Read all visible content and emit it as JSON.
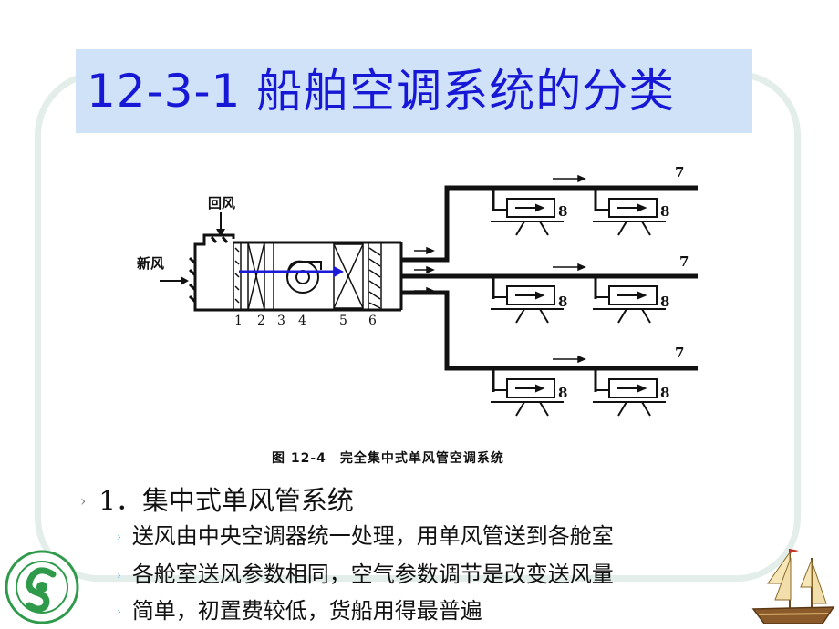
{
  "slide": {
    "title": "12-3-1 船舶空调系统的分类",
    "diagram": {
      "label_return_air": "回风",
      "label_fresh_air": "新风",
      "component_numbers": [
        "1",
        "2",
        "3",
        "4",
        "5",
        "6"
      ],
      "branch_outlet_number": "7",
      "terminal_number": "8",
      "caption": "图 12-4　完全集中式单风管空调系统"
    },
    "bullet_main": "1．集中式单风管系统",
    "bullet_main_marker": "›",
    "sub_bullets": [
      "送风由中央空调器统一处理，用单风管送到各舱室",
      "各舱室送风参数相同，空气参数调节是改变送风量",
      "简单，初置费较低，货船用得最普遍"
    ],
    "sub_marker": "›",
    "colors": {
      "title_text": "#1717d6",
      "title_background": "#cfe2f8",
      "frame": "#e3eeea",
      "flow_arrow": "#1a1ad8",
      "sub_marker": "#3aa8e0"
    },
    "icons": [
      "university-logo-icon",
      "sailing-ship-icon"
    ]
  }
}
